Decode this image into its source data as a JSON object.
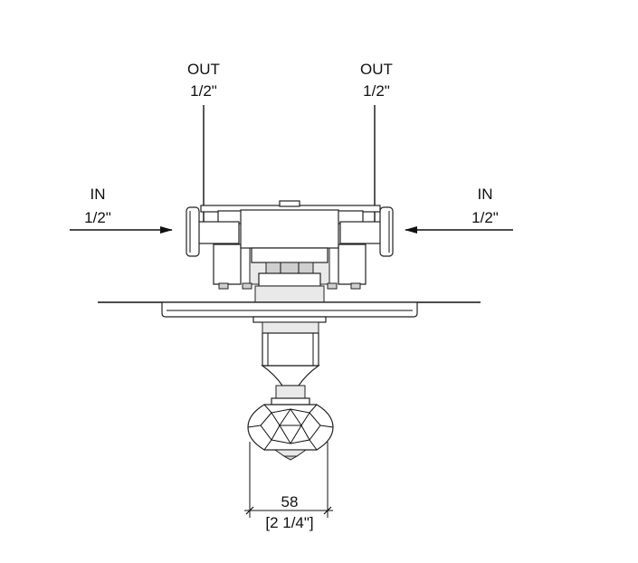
{
  "ports": {
    "out_left": {
      "label": "OUT",
      "size": "1/2\""
    },
    "out_right": {
      "label": "OUT",
      "size": "1/2\""
    },
    "in_left": {
      "label": "IN",
      "size": "1/2\""
    },
    "in_right": {
      "label": "IN",
      "size": "1/2\""
    }
  },
  "dimension": {
    "metric": "58",
    "imperial": "[2 1/4\"]"
  },
  "colors": {
    "line": "#111111",
    "fill": "#ffffff",
    "shade": "#e9e9e9"
  }
}
